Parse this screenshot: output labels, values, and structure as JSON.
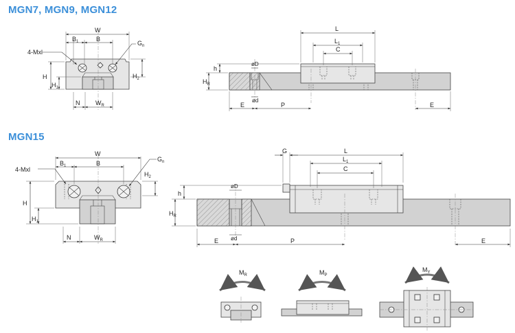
{
  "titles": {
    "small_series": "MGN7, MGN9, MGN12",
    "large_series": "MGN15"
  },
  "labels": {
    "W": "W",
    "B1": "B",
    "B1_sub": "1",
    "B": "B",
    "Gn": "G",
    "Gn_sub": "n",
    "screw": "4-Mxl",
    "H": "H",
    "H1": "H",
    "H1_sub": "1",
    "H2": "H",
    "H2_sub": "2",
    "N": "N",
    "WR": "W",
    "WR_sub": "R",
    "L": "L",
    "L1": "L",
    "L1_sub": "1",
    "C": "C",
    "G": "G",
    "h": "h",
    "HR": "H",
    "HR_sub": "R",
    "phiD": "øD",
    "phid": "ød",
    "E": "E",
    "P": "P"
  },
  "moments": {
    "MR": "M",
    "MR_sub": "R",
    "MP": "M",
    "MP_sub": "P",
    "MY": "M",
    "MY_sub": "Y"
  },
  "colors": {
    "title": "#3b8fd9",
    "part": "#e6e6e6",
    "rail": "#d2d2d2",
    "line": "#444444"
  }
}
